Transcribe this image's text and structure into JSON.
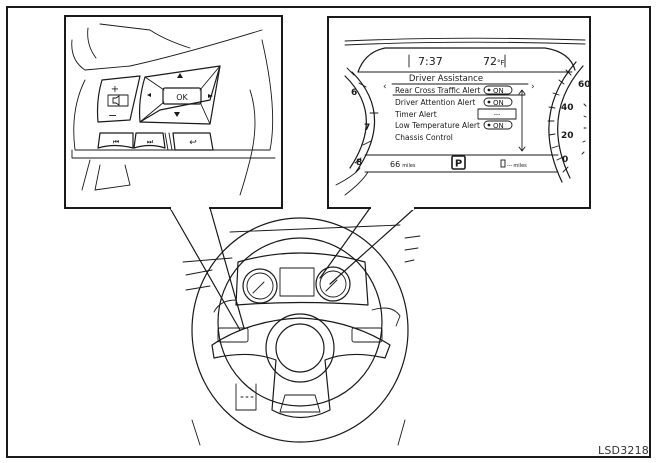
{
  "figure": {
    "code": "LSD3218",
    "subject": "steering-wheel-switches-and-vehicle-information-display"
  },
  "switch_callout": {
    "volume_up_label": "+",
    "volume_down_label": "−",
    "mute_icon": "speaker-icon",
    "ok_label": "OK",
    "up_icon": "triangle-up-icon",
    "down_icon": "triangle-down-icon",
    "left_icon": "triangle-left-icon",
    "right_icon": "triangle-right-icon",
    "prev_icon": "skip-back-icon",
    "next_icon": "skip-forward-icon",
    "back_icon": "back-arrow-icon",
    "prev_glyph": "⏮",
    "next_glyph": "⏭",
    "back_glyph": "↩"
  },
  "display_callout": {
    "clock": "7:37",
    "outside_temp": "72",
    "temp_unit": "°F",
    "menu_title": "Driver Assistance",
    "menu_prev_arrow": "‹",
    "menu_next_arrow": "›",
    "items": [
      {
        "label": "Rear Cross Traffic Alert",
        "value": "ON",
        "type": "toggle"
      },
      {
        "label": "Driver Attention Alert",
        "value": "ON",
        "type": "toggle"
      },
      {
        "label": "Timer Alert",
        "value": "---",
        "type": "field"
      },
      {
        "label": "Low Temperature Alert",
        "value": "ON",
        "type": "toggle"
      },
      {
        "label": "Chassis Control",
        "value": "",
        "type": "link"
      }
    ],
    "range_value": "66",
    "range_unit": "miles",
    "gear": "P",
    "fuel_range_value": "---",
    "fuel_range_unit": "miles",
    "tach_labels": [
      "6",
      "7",
      "8"
    ],
    "speed_labels": [
      "60",
      "40",
      "20",
      "0"
    ]
  }
}
